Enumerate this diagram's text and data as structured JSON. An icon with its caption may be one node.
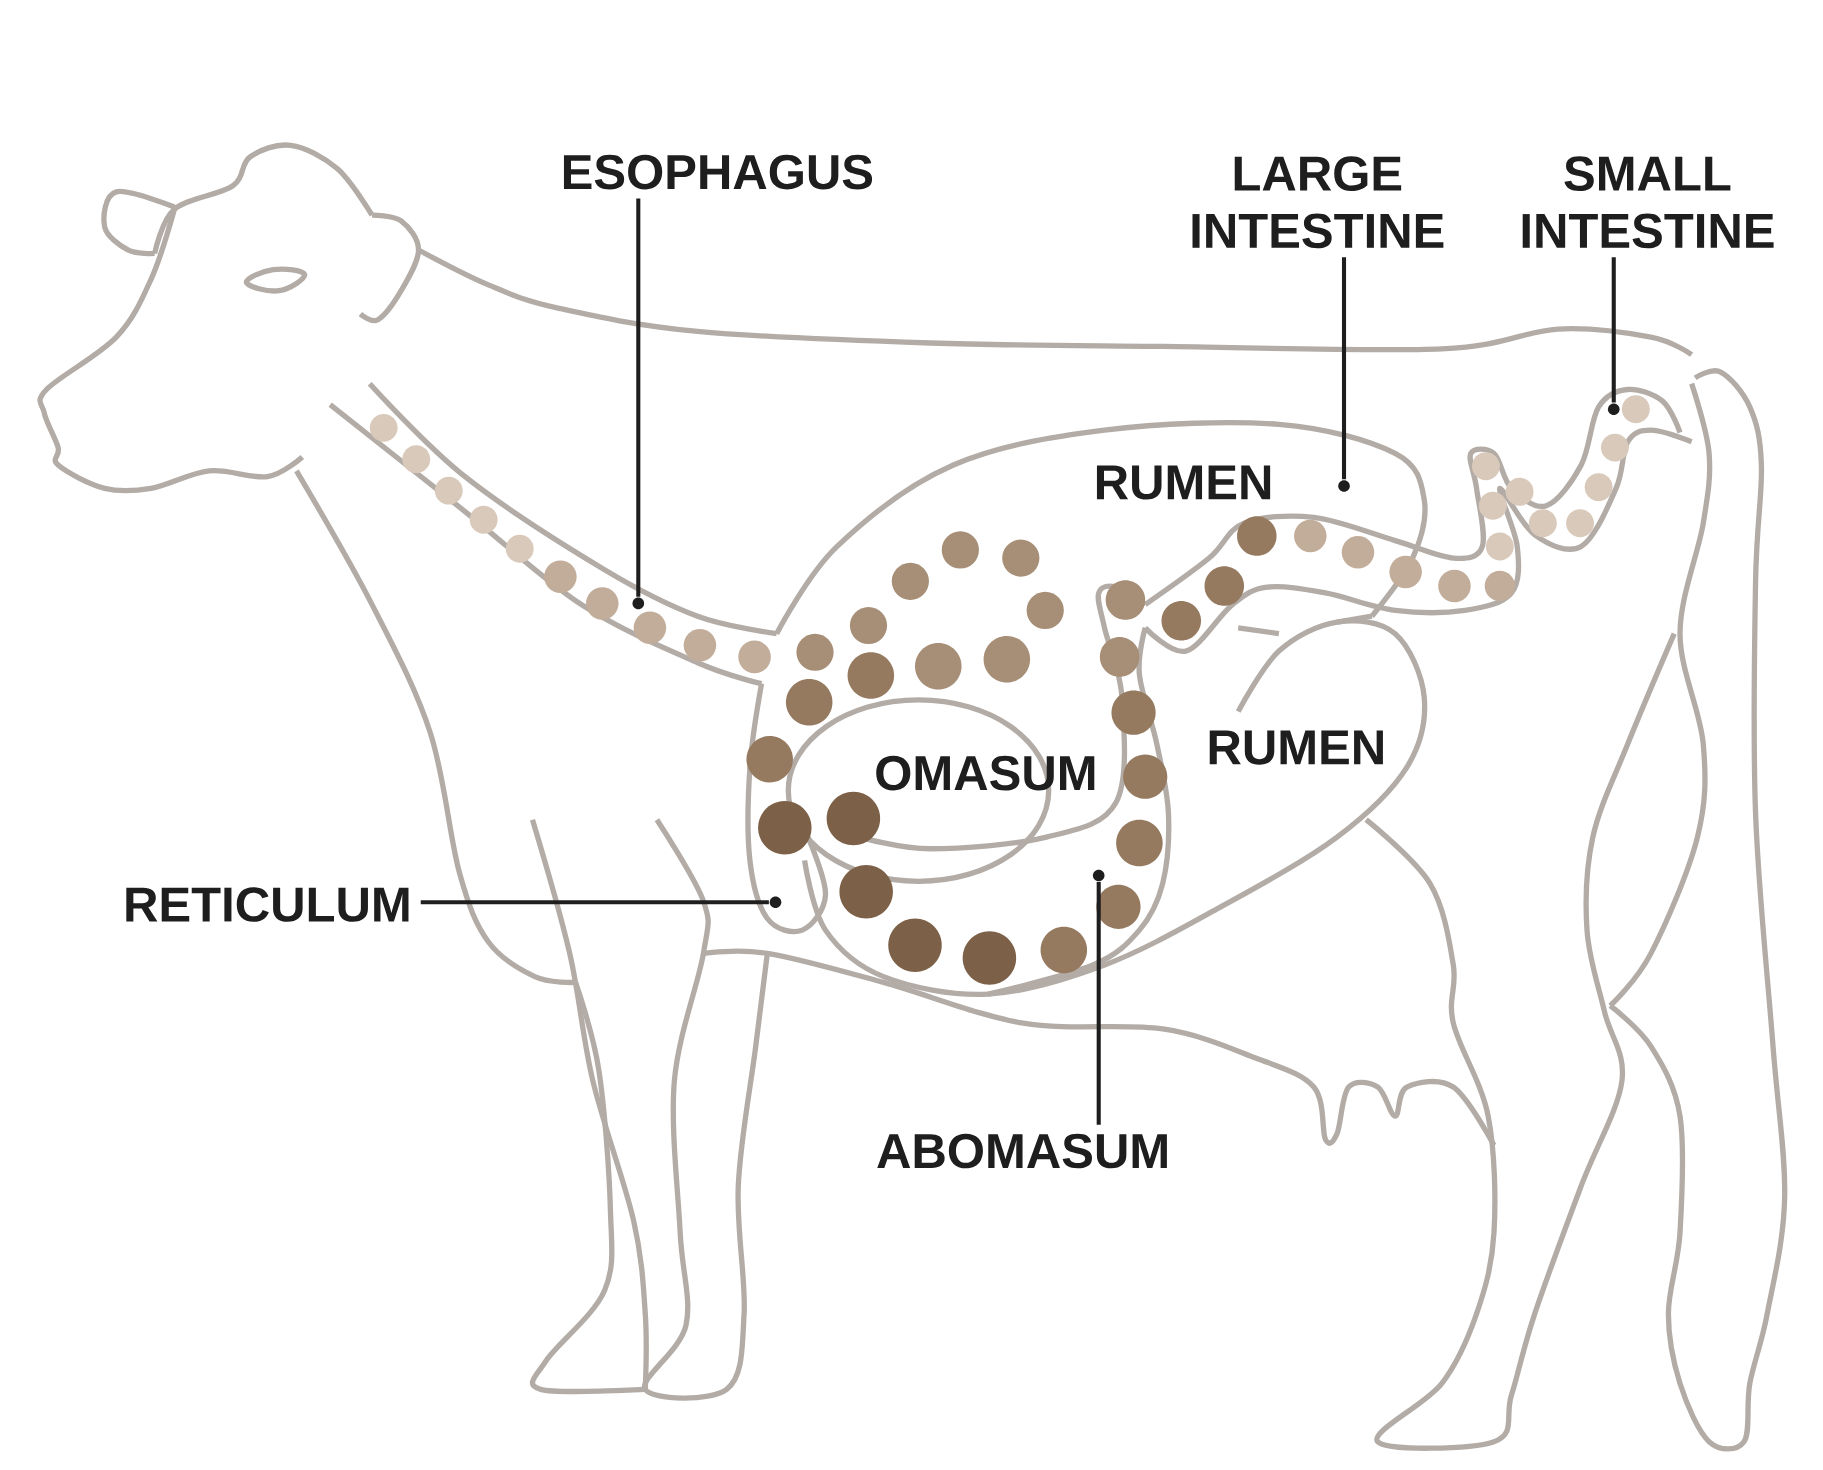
{
  "diagram": {
    "nodes": [
      {
        "text": [
          "ESOPHAGUS"
        ]
      },
      {
        "text": [
          "LARGE INTESTINE"
        ]
      },
      {
        "text": [
          "SMALL INTESTINE"
        ]
      },
      {
        "text": [
          "RETICULUM"
        ]
      },
      {
        "text": [
          "ABOMASUM"
        ]
      },
      {
        "text": [],
        "shape": "circle"
      },
      {
        "text": [],
        "shape": "circle"
      },
      {
        "text": [],
        "shape": "circle"
      },
      {
        "text": [],
        "shape": "circle"
      },
      {
        "text": [],
        "shape": "circle"
      }
    ],
    "edges": [
      {
        "from": 0,
        "to": 5,
        "arrow": "none"
      },
      {
        "from": 1,
        "to": 6,
        "arrow": "none"
      },
      {
        "from": 2,
        "to": 7,
        "arrow": "none"
      },
      {
        "from": 3,
        "to": 8,
        "arrow": "none"
      },
      {
        "from": 4,
        "to": 9,
        "arrow": "none"
      }
    ],
    "labels": [
      "RUMEN",
      "OMASUM",
      "RUMEN"
    ]
  }
}
